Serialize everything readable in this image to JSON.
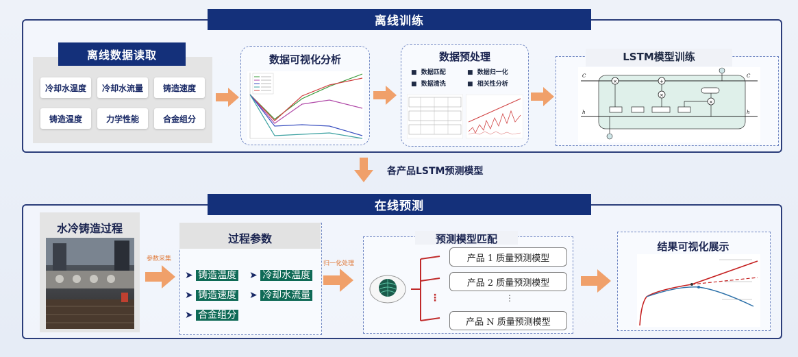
{
  "offline": {
    "title": "离线训练",
    "data_read": {
      "title": "离线数据读取",
      "params": [
        "冷却水温度",
        "冷却水流量",
        "铸造速度",
        "铸造温度",
        "力学性能",
        "合金组分"
      ]
    },
    "viz": {
      "title": "数据可视化分析"
    },
    "prep": {
      "title": "数据预处理",
      "items": [
        "数据匹配",
        "数据归一化",
        "数据清洗",
        "相关性分析"
      ]
    },
    "lstm": {
      "title": "LSTM模型训练"
    }
  },
  "middle_label": "各产品LSTM预测模型",
  "online": {
    "title": "在线预测",
    "process": {
      "title": "水冷铸造过程"
    },
    "acq_label": "参数采集",
    "params_box": {
      "title": "过程参数",
      "items": [
        "铸造温度",
        "冷却水温度",
        "铸造速度",
        "冷却水流量",
        "合金组分"
      ]
    },
    "norm_label": "归一化处理",
    "match": {
      "title": "预测模型匹配",
      "models": [
        "产品 1 质量预测模型",
        "产品 2 质量预测模型",
        "产品 N 质量预测模型"
      ],
      "ellipsis": "⋮"
    },
    "result": {
      "title": "结果可视化展示"
    }
  }
}
